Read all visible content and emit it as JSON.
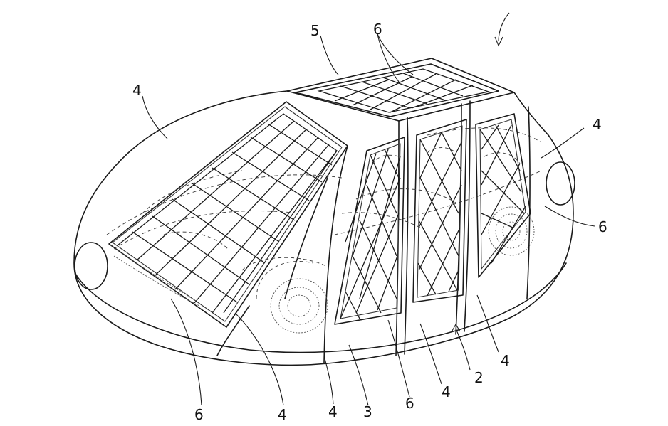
{
  "figure": {
    "reference_numerals": [
      {
        "id": "ref-5-top",
        "text": "5"
      },
      {
        "id": "ref-6-top",
        "text": "6"
      },
      {
        "id": "ref-4-left",
        "text": "4"
      },
      {
        "id": "ref-4-right",
        "text": "4"
      },
      {
        "id": "ref-6-right",
        "text": "6"
      },
      {
        "id": "ref-4-bottom-right",
        "text": "4"
      },
      {
        "id": "ref-2",
        "text": "2"
      },
      {
        "id": "ref-4-bottom-mid",
        "text": "4"
      },
      {
        "id": "ref-6-bottom-mid",
        "text": "6"
      },
      {
        "id": "ref-3",
        "text": "3"
      },
      {
        "id": "ref-4-bottom-a",
        "text": "4"
      },
      {
        "id": "ref-4-bottom-b",
        "text": "4"
      },
      {
        "id": "ref-6-bottom-left",
        "text": "6"
      }
    ]
  }
}
